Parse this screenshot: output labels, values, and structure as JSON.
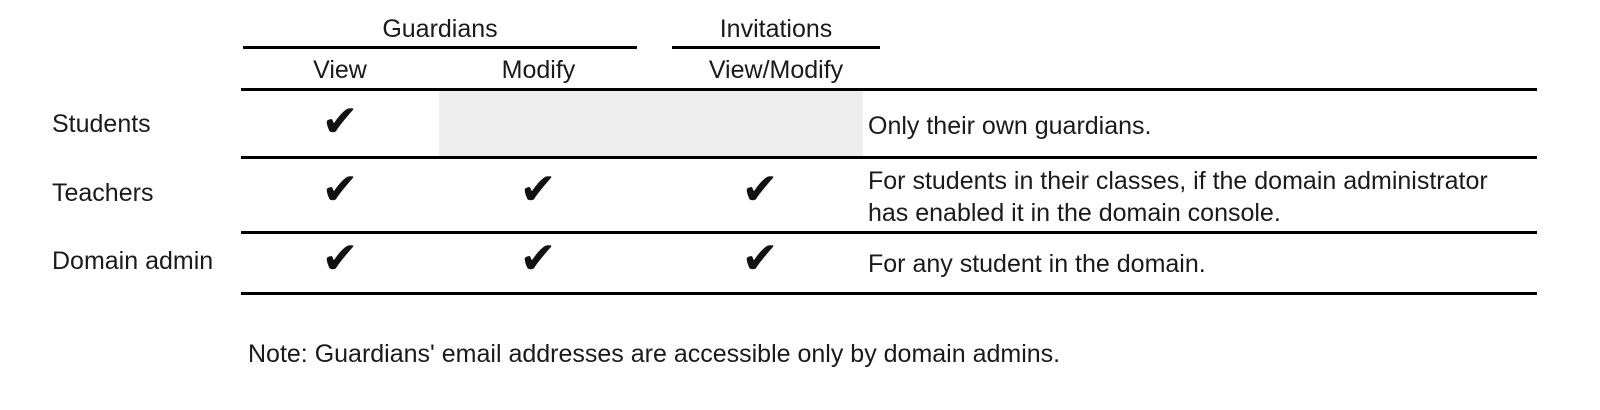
{
  "table": {
    "group_headers": [
      {
        "label": "Guardians"
      },
      {
        "label": "Invitations"
      }
    ],
    "sub_headers": [
      {
        "label": "View"
      },
      {
        "label": "Modify"
      },
      {
        "label": "View/Modify"
      }
    ],
    "row_label_header": "",
    "rows": [
      {
        "label": "Students",
        "guardians_view": "✔",
        "guardians_modify": "",
        "guardians_modify_state": "not-applicable",
        "invitations_view_modify": "",
        "description_lines": [
          "Only their own guardians."
        ]
      },
      {
        "label": "Teachers",
        "guardians_view": "✔",
        "guardians_modify": "✔",
        "guardians_modify_state": "allowed",
        "invitations_view_modify": "✔",
        "description_lines": [
          "For students in their classes, if the domain administrator",
          "has enabled it in the domain console."
        ]
      },
      {
        "label": "Domain admin",
        "guardians_view": "✔",
        "guardians_modify": "✔",
        "guardians_modify_state": "allowed",
        "invitations_view_modify": "✔",
        "description_lines": [
          "For any student in the domain."
        ]
      }
    ]
  },
  "note": "Note: Guardians' email addresses are accessible only by domain admins.",
  "colors": {
    "rule": "#000000",
    "text": "#1a1a1a",
    "shaded_cell": "#eeeeee",
    "background": "#ffffff",
    "checkmark": "#111111"
  }
}
